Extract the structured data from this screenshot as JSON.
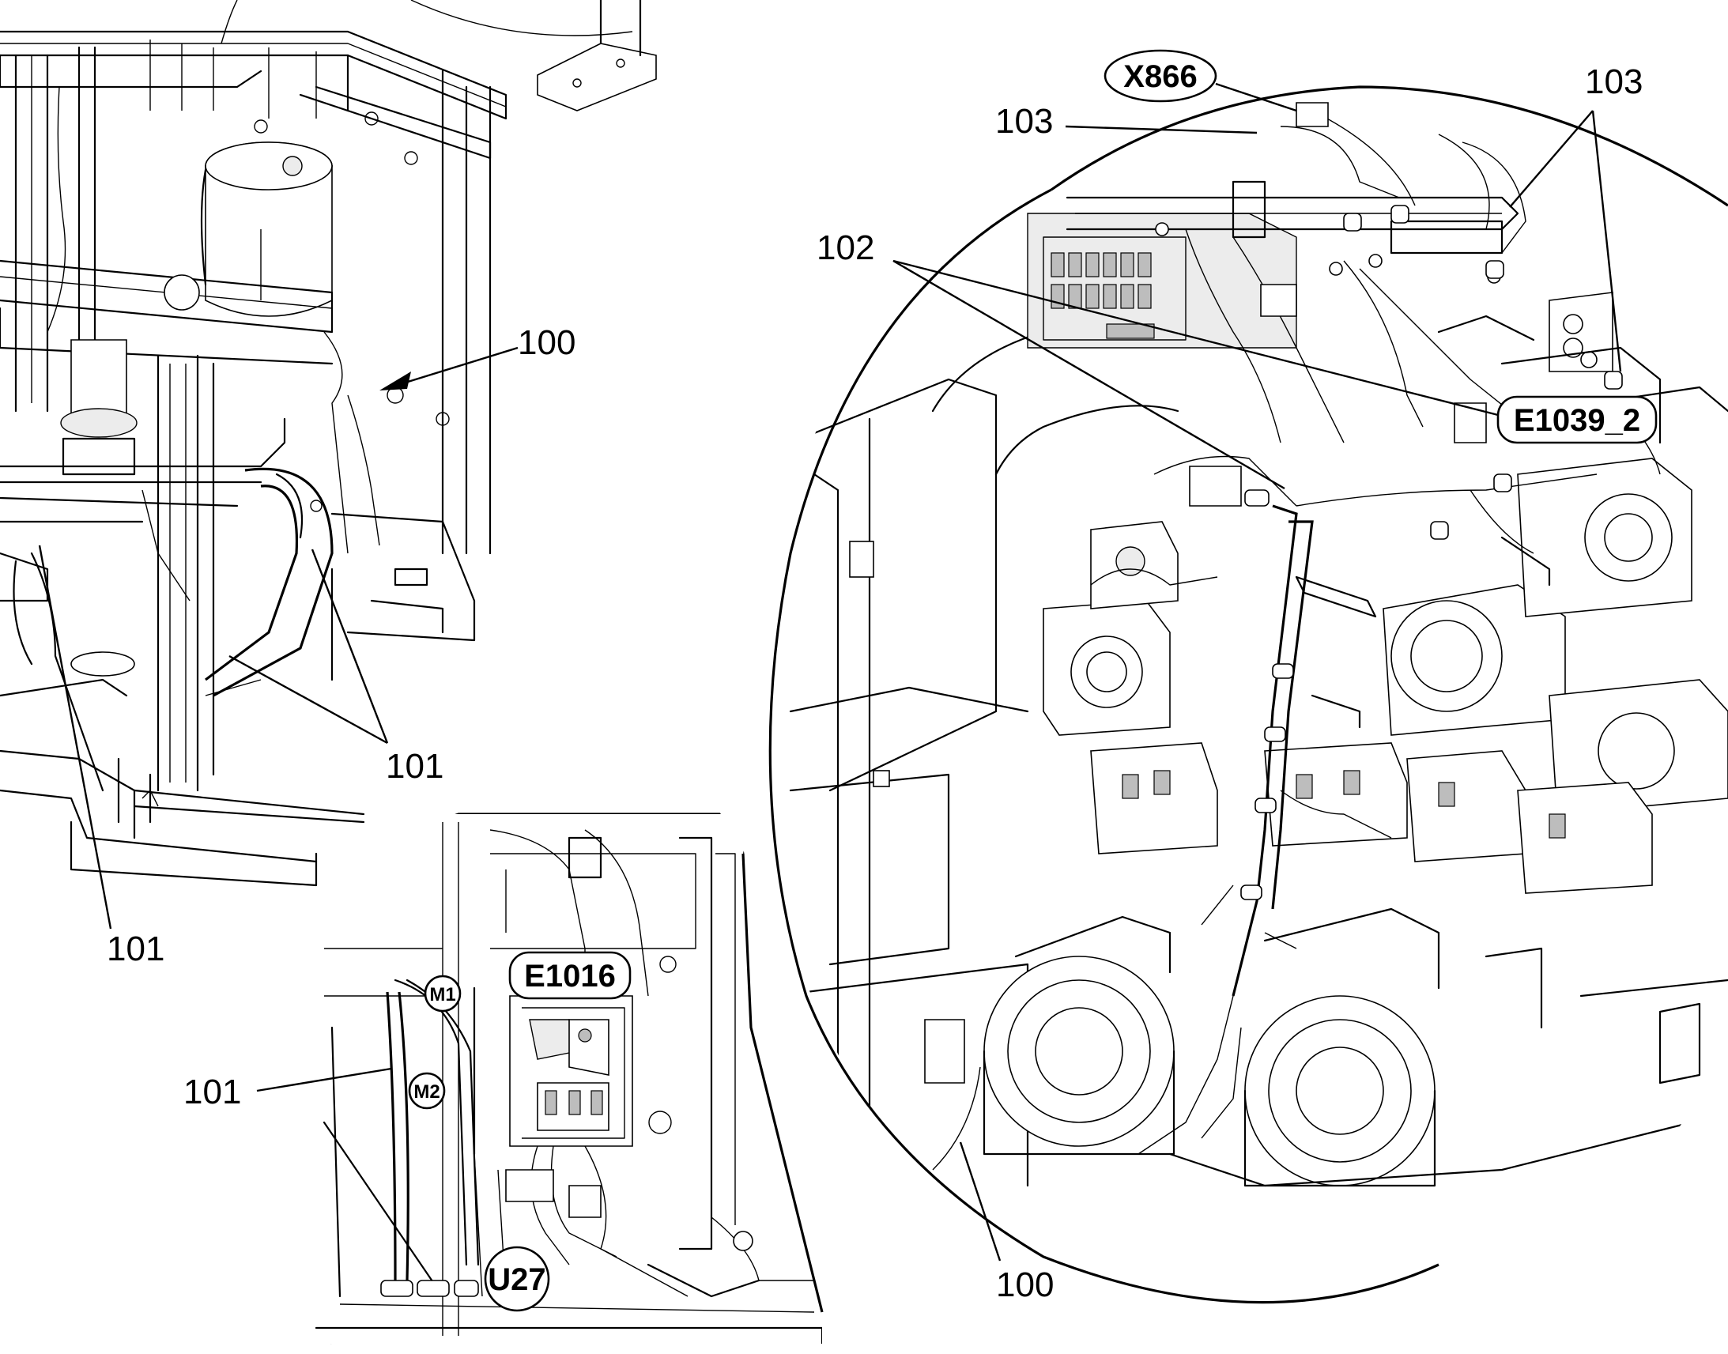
{
  "callouts": {
    "c100_left": "100",
    "c101_left_mid": "101",
    "c101_left_bottom": "101",
    "c101_inset": "101",
    "c100_right": "100",
    "c102": "102",
    "c103_left": "103",
    "c103_right": "103"
  },
  "tags": {
    "x866": "X866",
    "e1039_2": "E1039_2",
    "e1016": "E1016",
    "u27": "U27",
    "m1": "M1",
    "m2": "M2"
  }
}
